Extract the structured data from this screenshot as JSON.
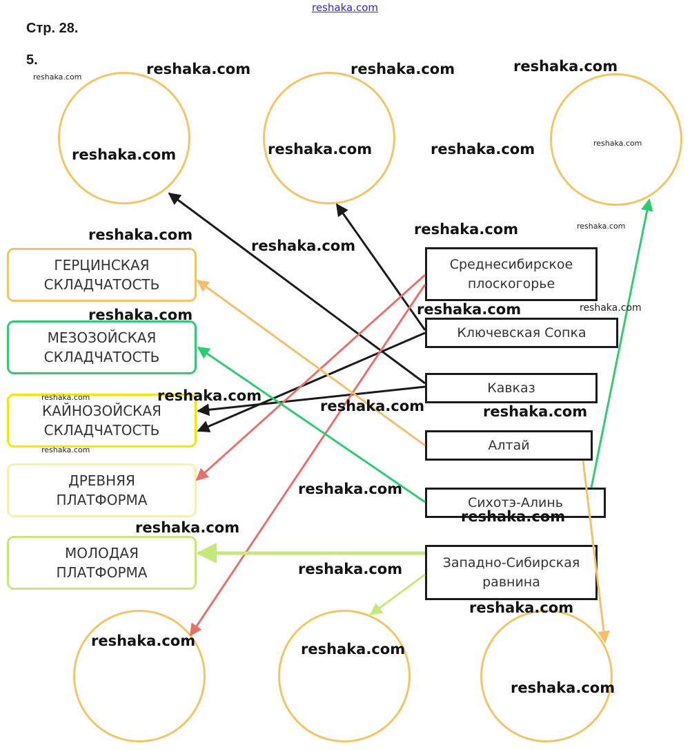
{
  "top_link": "reshaka.com",
  "page_label": "Стр. 28.",
  "task_number": "5.",
  "folds": [
    "ГЕРЦИНСКАЯ СКЛАДЧАТОСТЬ",
    "МЕЗОЗОЙСКАЯ СКЛАДЧАТОСТЬ",
    "КАЙНОЗОЙСКАЯ СКЛАДЧАТОСТЬ",
    "ДРЕВНЯЯ ПЛАТФОРМА",
    "МОЛОДАЯ ПЛАТФОРМА"
  ],
  "regions": [
    "Среднесибирское плоскогорье",
    "Ключевская Сопка",
    "Кавказ",
    "Алтай",
    "Сихотэ-Алинь",
    "Западно-Сибирская равнина"
  ],
  "watermark": "reshaka.com",
  "colors": {
    "circle": "#f3c463",
    "gercin": "#f3c463",
    "mezozoy": "#2ecc71",
    "kaynozoy": "#f2e800",
    "drevn": "#f7efb0",
    "molod": "#c6e87a",
    "arrow_black": "#1a1a1a",
    "arrow_red": "#e8706a",
    "arrow_orange": "#f3bf6a",
    "arrow_green": "#2ecc71",
    "arrow_lightgreen": "#c6e87a"
  }
}
